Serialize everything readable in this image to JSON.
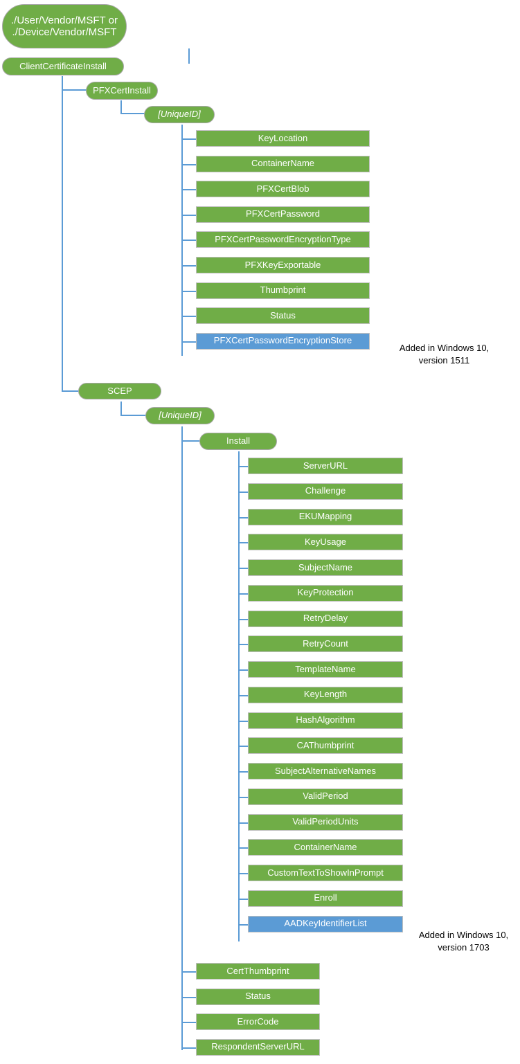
{
  "diagram": {
    "title": "ClientCertificateInstall CSP configuration service provider tree",
    "colors": {
      "green": "#70AD47",
      "blue": "#5B9BD5",
      "connector": "#5B9BD5",
      "node_border": "#BFBFBF",
      "node_text": "#FFFFFF",
      "note_text": "#000000",
      "background": "#FFFFFF"
    }
  },
  "nodes": {
    "root": "./User/Vendor/MSFT or\n./Device/Vendor/MSFT",
    "client_certificate_install": "ClientCertificateInstall",
    "pfx_cert_install": "PFXCertInstall",
    "pfx_unique_id": "[UniqueID]",
    "scep": "SCEP",
    "scep_unique_id": "[UniqueID]",
    "scep_install": "Install"
  },
  "pfx_children": [
    "KeyLocation",
    "ContainerName",
    "PFXCertBlob",
    "PFXCertPassword",
    "PFXCertPasswordEncryptionType",
    "PFXKeyExportable",
    "Thumbprint",
    "Status",
    "PFXCertPasswordEncryptionStore"
  ],
  "scep_install_children": [
    "ServerURL",
    "Challenge",
    "EKUMapping",
    "KeyUsage",
    "SubjectName",
    "KeyProtection",
    "RetryDelay",
    "RetryCount",
    "TemplateName",
    "KeyLength",
    "HashAlgorithm",
    "CAThumbprint",
    "SubjectAlternativeNames",
    "ValidPeriod",
    "ValidPeriodUnits",
    "ContainerName",
    "CustomTextToShowInPrompt",
    "Enroll",
    "AADKeyIdentifierList"
  ],
  "scep_unique_id_children": [
    "CertThumbprint",
    "Status",
    "ErrorCode",
    "RespondentServerURL"
  ],
  "annotations": {
    "pfx_note": "Added in Windows 10,\nversion 1511",
    "scep_note": "Added in Windows 10,\nversion 1703"
  }
}
